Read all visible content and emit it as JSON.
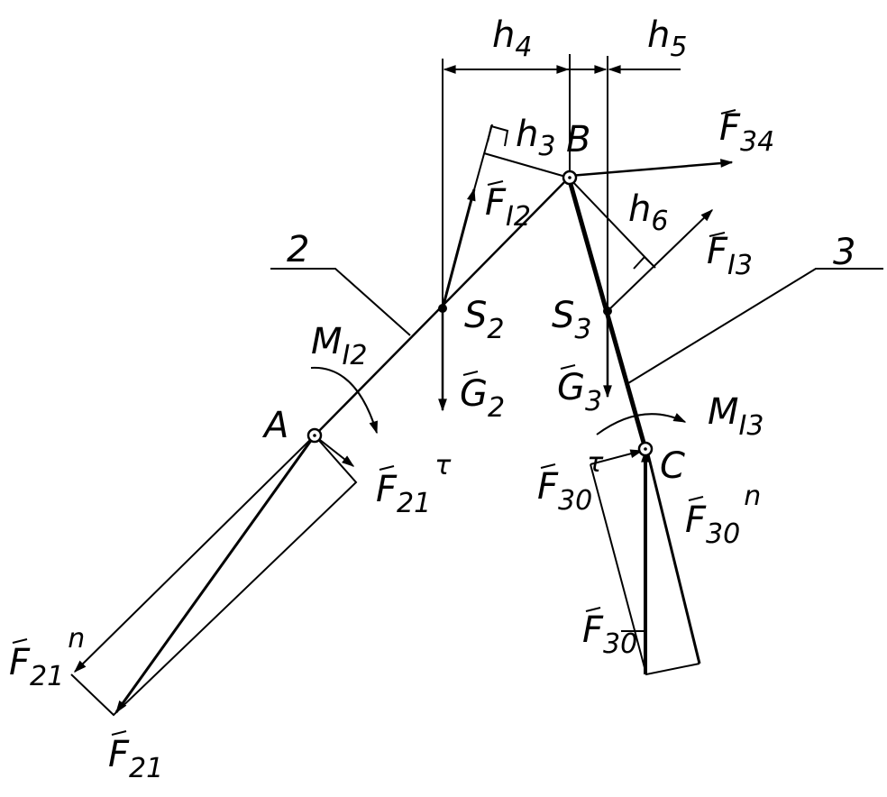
{
  "colors": {
    "ink": "#000000",
    "background": "#ffffff"
  },
  "links": {
    "link_2": "2",
    "link_3": "3"
  },
  "points": {
    "A": "A",
    "B": "B",
    "C": "C",
    "S2": "S",
    "S2_sub": "2",
    "S3": "S",
    "S3_sub": "3"
  },
  "dimensions": {
    "h3": "h",
    "h3_sub": "3",
    "h4": "h",
    "h4_sub": "4",
    "h5": "h",
    "h5_sub": "5",
    "h6": "h",
    "h6_sub": "6"
  },
  "moments": {
    "MI2": "M",
    "MI2_sub": "I2",
    "MI3": "M",
    "MI3_sub": "I3"
  },
  "forces": {
    "F34": "F",
    "F34_sub": "34",
    "FI2": "F",
    "FI2_sub": "I2",
    "FI3": "F",
    "FI3_sub": "I3",
    "G2": "G",
    "G2_sub": "2",
    "G3": "G",
    "G3_sub": "3",
    "F21t": "F",
    "F21t_sub": "21",
    "F21t_sup": "τ",
    "F21n": "F",
    "F21n_sub": "21",
    "F21n_sup": "n",
    "F21": "F",
    "F21_sub": "21",
    "F30t": "F",
    "F30t_sub": "30",
    "F30t_sup": "τ",
    "F30n": "F",
    "F30n_sub": "30",
    "F30n_sup": "n",
    "F30": "F",
    "F30_sub": "30"
  }
}
